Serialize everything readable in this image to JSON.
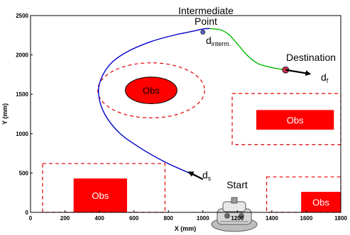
{
  "chart_data": {
    "type": "line",
    "xlabel": "X (mm)",
    "ylabel": "Y (mm)",
    "xlim": [
      0,
      1800
    ],
    "ylim": [
      0,
      2500
    ],
    "xticks": [
      "0",
      "200",
      "400",
      "600",
      "800",
      "1000",
      "1200",
      "1400",
      "1600",
      "1800"
    ],
    "yticks": [
      "0",
      "500",
      "1000",
      "1500",
      "2000",
      "2500"
    ],
    "grid": false,
    "series": [
      {
        "color": "#0000cc",
        "x": [
          1000,
          900,
          780,
          650,
          520,
          430,
          395,
          410,
          470,
          570,
          700,
          830,
          940,
          1000,
          1040
        ],
        "y": [
          420,
          520,
          640,
          800,
          1000,
          1250,
          1500,
          1700,
          1900,
          2050,
          2170,
          2250,
          2300,
          2330,
          2335
        ]
      },
      {
        "color": "#00bb00",
        "x": [
          1040,
          1100,
          1150,
          1200,
          1260,
          1320,
          1400,
          1480
        ],
        "y": [
          2335,
          2320,
          2260,
          2140,
          1990,
          1890,
          1840,
          1810
        ]
      }
    ],
    "points": [
      {
        "name": "intermediate",
        "x": 1000,
        "y": 2290,
        "color": "#5566cc"
      },
      {
        "name": "destination",
        "x": 1480,
        "y": 1810,
        "color": "#cc3355"
      }
    ],
    "obstacles": [
      {
        "shape": "ellipse",
        "cx": 700,
        "cy": 1550,
        "rx": 150,
        "ry": 170,
        "label": "Obs"
      },
      {
        "shape": "rect",
        "x0": 1310,
        "y0": 1050,
        "x1": 1760,
        "y1": 1300,
        "label": "Obs"
      },
      {
        "shape": "rect",
        "x0": 250,
        "y0": 0,
        "x1": 560,
        "y1": 430,
        "label": "Obs"
      },
      {
        "shape": "rect",
        "x0": 1570,
        "y0": 0,
        "x1": 1800,
        "y1": 260,
        "label": "Obs"
      }
    ],
    "safety_zones": [
      {
        "shape": "ellipse",
        "cx": 700,
        "cy": 1550,
        "rx": 310,
        "ry": 350
      },
      {
        "shape": "rect",
        "x0": 1170,
        "y0": 860,
        "x1": 1800,
        "y1": 1510
      },
      {
        "shape": "rect",
        "x0": 70,
        "y0": 0,
        "x1": 780,
        "y1": 620
      },
      {
        "shape": "rect",
        "x0": 1370,
        "y0": 0,
        "x1": 1800,
        "y1": 450
      }
    ],
    "arrows": [
      {
        "label": "d_s",
        "from": [
          1000,
          420
        ],
        "to": [
          920,
          510
        ]
      },
      {
        "label": "d_f",
        "from": [
          1480,
          1810
        ],
        "to": [
          1620,
          1760
        ]
      }
    ],
    "annotations": {
      "intermediate_title": "Intermediate",
      "intermediate_title2": "Point",
      "d_interm": "d",
      "d_interm_sub": "interm.",
      "destination": "Destination",
      "d_f": "d",
      "d_f_sub": "f",
      "start": "Start",
      "d_s": "d",
      "d_s_sub": "s"
    }
  }
}
